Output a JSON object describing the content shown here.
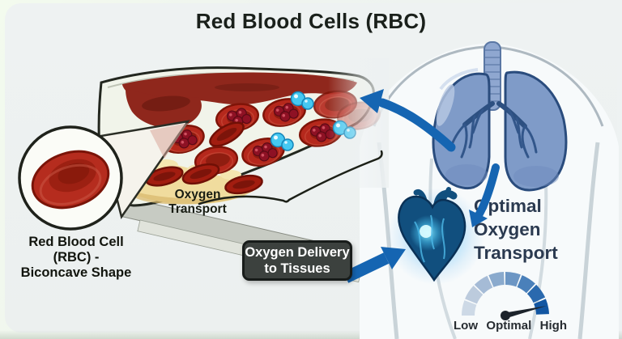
{
  "title": "Red Blood Cells (RBC)",
  "magnifier": {
    "caption": [
      "Red Blood Cell",
      "(RBC) -",
      "Biconcave Shape"
    ]
  },
  "vessel": {
    "plaque_label": [
      "Oxygen",
      "Transport"
    ]
  },
  "delivery_box": {
    "label": [
      "Oxygen Delivery",
      "to Tissues"
    ]
  },
  "optimal_label": [
    "Optimal",
    "Oxygen",
    "Transport"
  ],
  "gauge": {
    "ticks": [
      "Low",
      "Optimal",
      "High"
    ],
    "segment_count": 8,
    "segment_colors": [
      "#cdd9e6",
      "#bccbdd",
      "#a5bbd6",
      "#8aaacd",
      "#6c96c4",
      "#4a80ba",
      "#2a69ae",
      "#1256a2"
    ],
    "needle_points_to": "between Optimal and High"
  },
  "icons": {
    "lungs-icon": "blue lungs with ringed trachea",
    "heart-icon": "glowing blue heart",
    "red-blood-cell-icon": "biconcave red disc",
    "oxygen-molecule-icon": "cyan sphere pair",
    "hemoglobin-icon": "maroon sphere cluster",
    "artery-icon": "cut-open blood vessel with plaque",
    "magnifier-circle-icon": "zoom callout circle",
    "gauge-icon": "semicircular blue gauge with needle",
    "arrow-icon": "curved blue flow arrows"
  },
  "colors": {
    "background": "#f3fbee",
    "panel": "#edf1f2",
    "title_text": "#1a201b",
    "label_text": "#12150e",
    "optimal_text": "#2b3a50",
    "delivery_box_bg": "#3c413e",
    "delivery_box_border": "#181c1a",
    "delivery_box_text": "#ffffff",
    "arrow_blue": "#1565b2",
    "lung_blue": "#7f9bc8",
    "lung_outline": "#2a4c7d",
    "heart_blue": "#114f7e",
    "heart_glow": "#4fd2ff",
    "rbc_red": "#b5281c",
    "rbc_outline": "#7a1408",
    "hemoglobin_maroon": "#8e1124",
    "oxygen_cyan": "#45c8f1",
    "plaque_yellow": "#f0dc9e",
    "vessel_wall": "#f1f4ea",
    "vessel_lining_red": "#8f271c",
    "vessel_outline": "#23271f",
    "needle": "#1c232b"
  }
}
